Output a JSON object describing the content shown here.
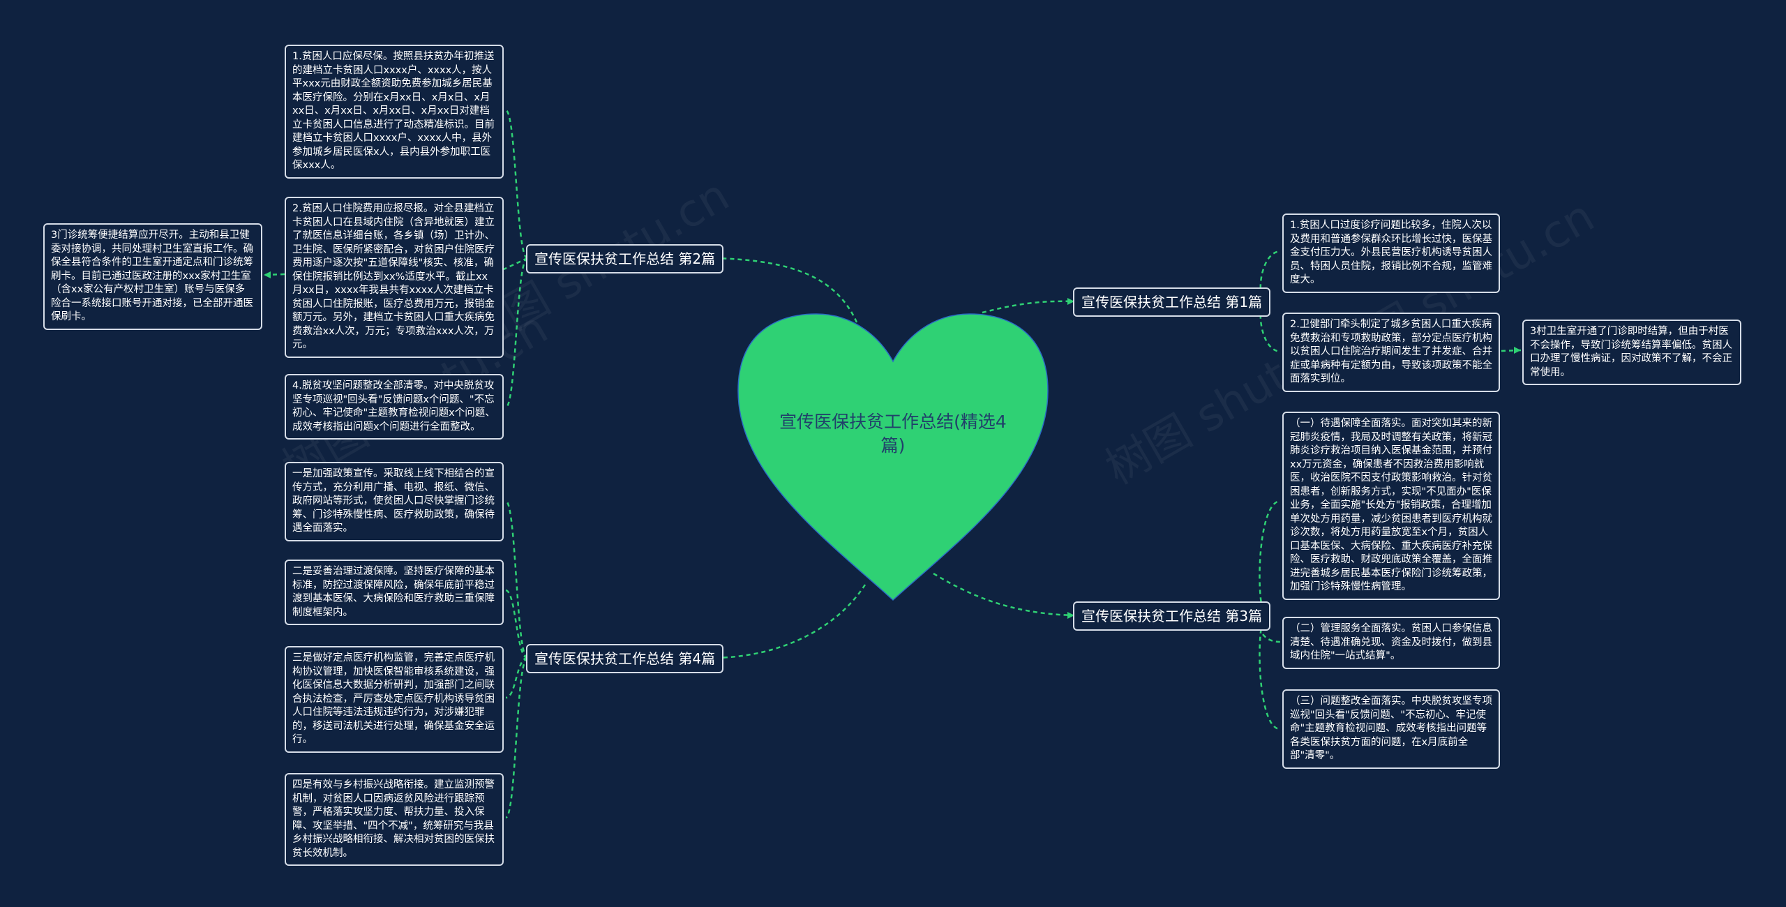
{
  "colors": {
    "background": "#0f2240",
    "heart": "#2fd174",
    "connector": "#2fd174",
    "box_border": "#d6dde8"
  },
  "root": {
    "title": "宣传医保扶贫工作总结(精选4篇)"
  },
  "watermarks": [
    "树图 shutu.cn",
    "树图 shutu.cn",
    "树图 shutu.cn",
    "树图 shutu.cn"
  ],
  "branches": {
    "b1": {
      "label": "宣传医保扶贫工作总结 第1篇",
      "items": [
        "1.贫困人口过度诊疗问题比较多，住院人次以及费用和普通参保群众环比增长过快，医保基金支付压力大。外县民营医疗机构诱导贫困人员、特困人员住院，报销比例不合规，监管难度大。",
        "2.卫健部门牵头制定了城乡贫困人口重大疾病免费救治和专项救助政策，部分定点医疗机构以贫困人口住院治疗期间发生了并发症、合并症或单病种有定额为由，导致该项政策不能全面落实到位。"
      ],
      "sub": "3村卫生室开通了门诊即时结算，但由于村医不会操作，导致门诊统筹结算率偏低。贫困人口办理了慢性病证，因对政策不了解，不会正常使用。"
    },
    "b2": {
      "label": "宣传医保扶贫工作总结 第2篇",
      "items": [
        "1.贫困人口应保尽保。按照县扶贫办年初推送的建档立卡贫困人口xxxx户、xxxx人，按人平xxx元由财政全额资助免费参加城乡居民基本医疗保险。分别在x月xx日、x月x日、x月xx日、x月xx日、x月xx日、x月xx日对建档立卡贫困人口信息进行了动态精准标识。目前建档立卡贫困人口xxxx户、xxxx人中，县外参加城乡居民医保x人，县内县外参加职工医保xxx人。",
        "2.贫困人口住院费用应报尽报。对全县建档立卡贫困人口在县域内住院（含异地就医）建立了就医信息详细台账，各乡镇（场）卫计办、卫生院、医保所紧密配合，对贫困户住院医疗费用逐户逐次按\"五道保障线\"核实、核准，确保住院报销比例达到xx%适度水平。截止xx月xx日，xxxx年我县共有xxxx人次建档立卡贫困人口住院报账，医疗总费用万元，报销金额万元。另外，建档立卡贫困人口重大疾病免费救治xx人次，万元；专项救治xxx人次，万元。",
        "4.脱贫攻坚问题整改全部清零。对中央脱贫攻坚专项巡视\"回头看\"反馈问题x个问题、\"不忘初心、牢记使命\"主题教育检视问题x个问题、成效考核指出问题x个问题进行全面整改。"
      ],
      "sub": "3门诊统筹便捷结算应开尽开。主动和县卫健委对接协调，共同处理村卫生室直报工作。确保全县符合条件的卫生室开通定点和门诊统筹刷卡。目前已通过医政注册的xxx家村卫生室（含xx家公有产权村卫生室）账号与医保多险合一系统接口账号开通对接，已全部开通医保刷卡。"
    },
    "b3": {
      "label": "宣传医保扶贫工作总结 第3篇",
      "items": [
        "（一）待遇保障全面落实。面对突如其来的新冠肺炎疫情，我局及时调整有关政策，将新冠肺炎诊疗救治项目纳入医保基金范围，并预付xx万元资金，确保患者不因救治费用影响就医，收治医院不因支付政策影响救治。针对贫困患者，创新服务方式，实现\"不见面办\"医保业务，全面实施\"长处方\"报销政策，合理增加单次处方用药量，减少贫困患者到医疗机构就诊次数，将处方用药量放宽至x个月，贫困人口基本医保、大病保险、重大疾病医疗补充保险、医疗救助、财政兜底政策全覆盖，全面推进完善城乡居民基本医疗保险门诊统筹政策，加强门诊特殊慢性病管理。",
        "（二）管理服务全面落实。贫困人口参保信息清楚、待遇准确兑现、资金及时拨付，做到县域内住院\"一站式结算\"。",
        "（三）问题整改全面落实。中央脱贫攻坚专项巡视\"回头看\"反馈问题、\"不忘初心、牢记使命\"主题教育检视问题、成效考核指出问题等各类医保扶贫方面的问题，在x月底前全部\"清零\"。"
      ]
    },
    "b4": {
      "label": "宣传医保扶贫工作总结 第4篇",
      "items": [
        "一是加强政策宣传。采取线上线下相结合的宣传方式，充分利用广播、电视、报纸、微信、政府网站等形式，使贫困人口尽快掌握门诊统筹、门诊特殊慢性病、医疗救助政策，确保待遇全面落实。",
        "二是妥善治理过渡保障。坚持医疗保障的基本标准，防控过渡保障风险，确保年底前平稳过渡到基本医保、大病保险和医疗救助三重保障制度框架内。",
        "三是做好定点医疗机构监管，完善定点医疗机构协议管理，加快医保智能审核系统建设，强化医保信息大数据分析研判，加强部门之间联合执法检查，严厉查处定点医疗机构诱导贫困人口住院等违法违规违约行为，对涉嫌犯罪的，移送司法机关进行处理，确保基金安全运行。",
        "四是有效与乡村振兴战略衔接。建立监测预警机制，对贫困人口因病返贫风险进行跟踪预警，严格落实攻坚力度、帮扶力量、投入保障、攻坚举措、\"四个不减\"，统筹研究与我县乡村振兴战略相衔接、解决相对贫困的医保扶贫长效机制。"
      ]
    }
  }
}
